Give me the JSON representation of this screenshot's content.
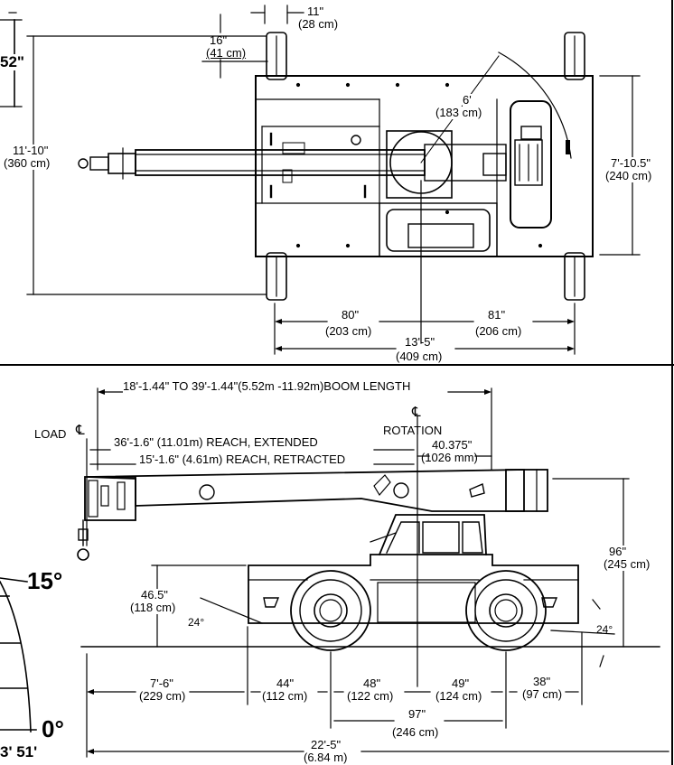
{
  "top_view": {
    "dim_11in": "11\"",
    "dim_11cm": "(28 cm)",
    "dim_16in": "16\"",
    "dim_16cm": "(41 cm)",
    "dim_52": "52\"",
    "dim_width_ft": "11'-10\"",
    "dim_width_cm": "(360 cm)",
    "dim_swing_ft": "6'",
    "dim_swing_cm": "(183 cm)",
    "dim_height_ft": "7'-10.5\"",
    "dim_height_cm": "(240 cm)",
    "dim_80in": "80\"",
    "dim_80cm": "(203 cm)",
    "dim_81in": "81\"",
    "dim_81cm": "(206 cm)",
    "dim_len_ft": "13'-5\"",
    "dim_len_cm": "(409 cm)"
  },
  "side_view": {
    "boom_length": "18'-1.44\" TO 39'-1.44\"(5.52m -11.92m)BOOM LENGTH",
    "load_cl": "LOAD",
    "cl_symbol": "℄",
    "rotation": "ROTATION",
    "reach_extended": "36'-1.6\" (11.01m) REACH, EXTENDED",
    "reach_retracted": "15'-1.6\" (4.61m) REACH, RETRACTED",
    "offset_in": "40.375\"",
    "offset_mm": "(1026 mm)",
    "height_96in": "96\"",
    "height_96cm": "(245 cm)",
    "ground_46in": "46.5\"",
    "ground_46cm": "(118 cm)",
    "angle_left": "24°",
    "angle_right": "24°",
    "front_overhang_ft": "7'-6\"",
    "front_overhang_cm": "(229 cm)",
    "dim_44in": "44\"",
    "dim_44cm": "(112 cm)",
    "dim_48in": "48\"",
    "dim_48cm": "(122 cm)",
    "dim_49in": "49\"",
    "dim_49cm": "(124 cm)",
    "dim_38in": "38\"",
    "dim_38cm": "(97 cm)",
    "wheelbase_in": "97\"",
    "wheelbase_cm": "(246 cm)",
    "total_ft": "22'-5\"",
    "total_m": "(6.84 m)"
  },
  "range_chart": {
    "angle_15": "15°",
    "angle_0": "0°",
    "partial_51": "3' 51'"
  }
}
